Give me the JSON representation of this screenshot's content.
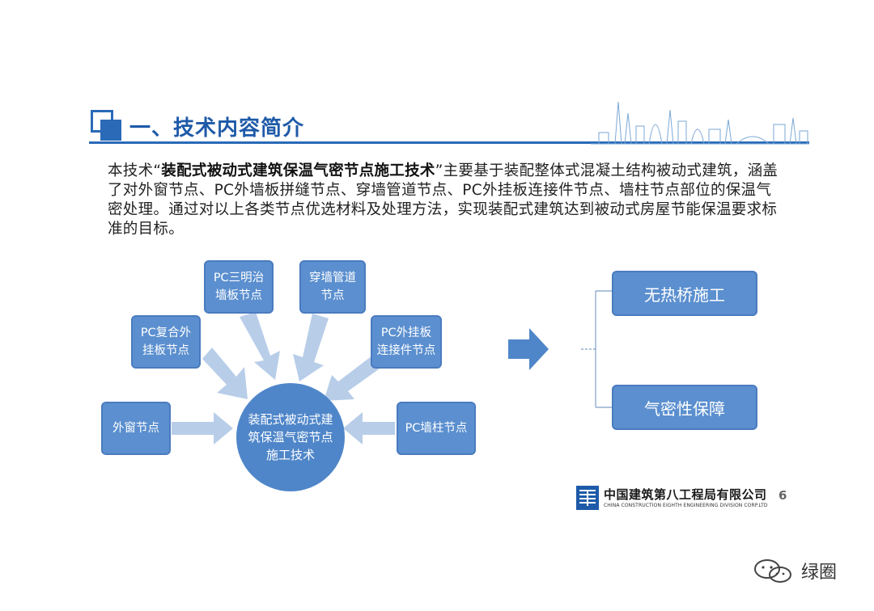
{
  "header": {
    "title": "一、技术内容简介"
  },
  "paragraph": {
    "prefix": "本技术“",
    "bold": "装配式被动式建筑保温气密节点施工技术",
    "suffix": "”主要基于装配整体式混凝土结构被动式建筑，涵盖了对外窗节点、PC外墙板拼缝节点、穿墙管道节点、PC外挂板连接件节点、墙柱节点部位的保温气密处理。通过对以上各类节点优选材料及处理方法，实现装配式建筑达到被动式房屋节能保温要求标准的目标。"
  },
  "diagram": {
    "center": "装配式被动式建筑保温气密节点施工技术",
    "nodes": {
      "window": "外窗节点",
      "composite": "PC复合外挂板节点",
      "sandwich": "PC三明治墙板节点",
      "pipe": "穿墙管道节点",
      "hanging": "PC外挂板连接件节点",
      "column": "PC墙柱节点"
    },
    "results": {
      "no_bridge": "无热桥施工",
      "airtight": "气密性保障"
    }
  },
  "footer": {
    "company_cn": "中国建筑第八工程局有限公司",
    "company_en": "CHINA CONSTRUCTION EIGHTH ENGINEERING DIVISION CORP.LTD",
    "page": "6",
    "watermark": "绿圈"
  },
  "colors": {
    "accent": "#2a6ab7",
    "box": "#5b8fcf",
    "arrow": "#b8cde8"
  }
}
